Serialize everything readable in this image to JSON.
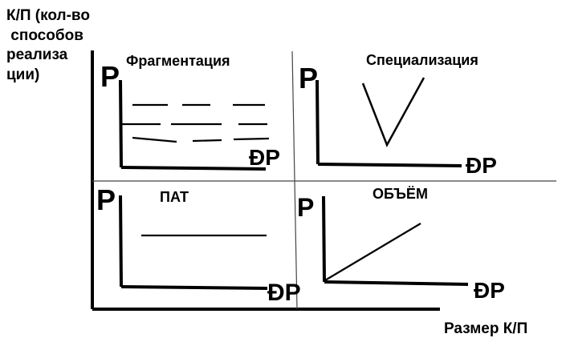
{
  "axes": {
    "y_label": "К/П (кол-во\n способов\nреализа\nции)",
    "x_label": "Размер К/П"
  },
  "quadrants": [
    {
      "title": "Фрагментация",
      "y_letter": "P",
      "x_letter": "ĐP",
      "curve": "dashed-horizontal-lines"
    },
    {
      "title": "Специализация",
      "y_letter": "P",
      "x_letter": "ĐP",
      "curve": "v-shape"
    },
    {
      "title": "ПАТ",
      "y_letter": "P",
      "x_letter": "ĐP",
      "curve": "horizontal-line"
    },
    {
      "title": "ОБЪЁМ",
      "y_letter": "P",
      "x_letter": "ĐP",
      "curve": "rising-line"
    }
  ]
}
